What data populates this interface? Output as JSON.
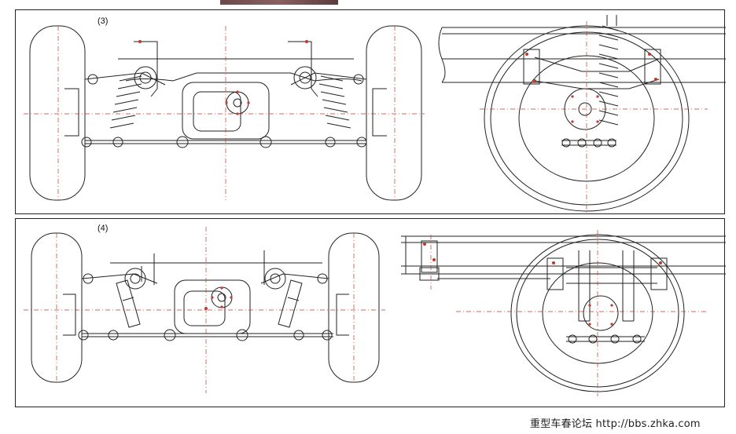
{
  "figures": [
    {
      "id": "3",
      "label": "(3)"
    },
    {
      "id": "4",
      "label": "(4)"
    }
  ],
  "watermark": {
    "text": "重型车春论坛 http://bbs.zhka.com"
  },
  "colors": {
    "line": "#222222",
    "centerline": "#c0392b",
    "bolt": "#c0392b",
    "scan_band": "#6b4a4a"
  }
}
